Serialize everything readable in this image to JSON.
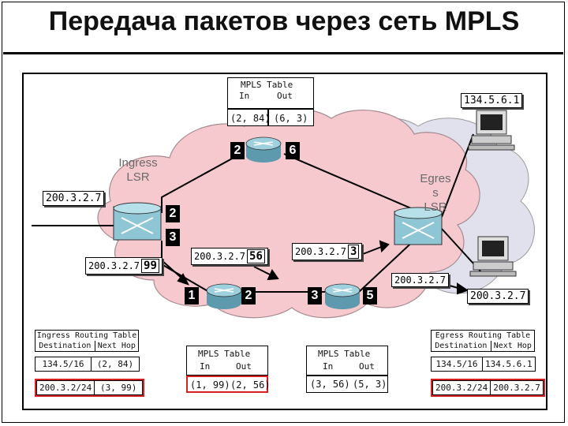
{
  "title": "Передача пакетов через сеть MPLS",
  "labels": {
    "ingress": "Ingress LSR",
    "egress_1": "Egres",
    "egress_2": "s",
    "egress_3": "LSR"
  },
  "top_table": {
    "title": "MPLS Table",
    "in_header": "In",
    "out_header": "Out",
    "in": "(2, 84)",
    "out": "(6, 3)"
  },
  "left_table": {
    "title": "MPLS Table",
    "in_header": "In",
    "out_header": "Out",
    "in": "(1, 99)",
    "out": "(2, 56)"
  },
  "right_table": {
    "title": "MPLS Table",
    "in_header": "In",
    "out_header": "Out",
    "in": "(3, 56)",
    "out": "(5, 3)"
  },
  "ingress_routing": {
    "title": "Ingress Routing Table",
    "col1": "Destination",
    "col2": "Next Hop",
    "rows": [
      [
        "134.5/16",
        "(2, 84)"
      ],
      [
        "200.3.2/24",
        "(3, 99)"
      ]
    ]
  },
  "egress_routing": {
    "title": "Egress Routing Table",
    "col1": "Destination",
    "col2": "Next Hop",
    "rows": [
      [
        "134.5/16",
        "134.5.6.1"
      ],
      [
        "200.3.2/24",
        "200.3.2.7"
      ]
    ]
  },
  "addresses": {
    "host_top": "134.5.6.1",
    "ingress_in": "200.3.2.7",
    "pkt_99_addr": "200.3.2.7",
    "pkt_99_label": "99",
    "pkt_56_addr": "200.3.2.7",
    "pkt_56_label": "56",
    "pkt_3_addr": "200.3.2.7",
    "pkt_3_label": "3",
    "egress_out": "200.3.2.7",
    "host_bottom": "200.3.2.7"
  },
  "ports": {
    "top_in": "2",
    "top_out": "6",
    "ingress_top": "2",
    "ingress_bottom": "3",
    "left_in": "1",
    "left_out": "2",
    "right_in": "3",
    "right_out": "5"
  },
  "colors": {
    "cloud": "#f6c9cf",
    "cloud_back": "#e3e3ef",
    "router": "#8ec6d6",
    "highlight": "#d62020"
  }
}
